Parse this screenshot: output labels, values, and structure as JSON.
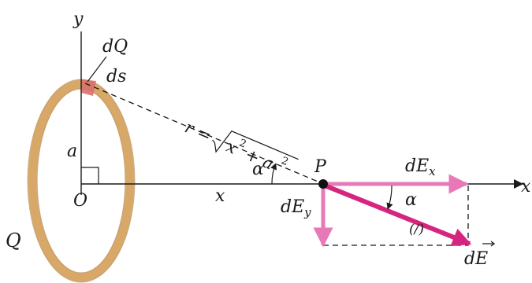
{
  "labels": {
    "y_axis": "y",
    "x_axis": "x",
    "dQ": "dQ",
    "ds": "ds",
    "a": "a",
    "O": "O",
    "x": "x",
    "Q": "Q",
    "P": "P",
    "alpha_at_P": "α",
    "alpha_at_dE": "α",
    "r_eq_prefix": "r =",
    "r_under_root_x": "x",
    "r_under_root_a": "+ a",
    "exp_2": "2",
    "dEx_base": "dE",
    "dEx_sub": "x",
    "dEy_base": "dE",
    "dEy_sub": "y",
    "dE_vec": "dE",
    "theta_mark": "(/)"
  },
  "colors": {
    "ring": "#d8a868",
    "ring_inner": "#b8844a",
    "charge_segment": "#d9706a",
    "pink_vector": "#e879b8",
    "magenta_vector": "#d6257f",
    "ink": "#1a1a1a"
  }
}
